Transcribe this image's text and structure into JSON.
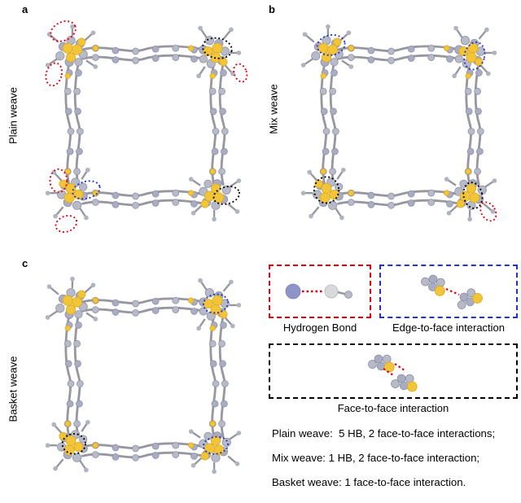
{
  "figure": {
    "panels": [
      {
        "id": "a",
        "label": "a",
        "weave_label": "Plain weave"
      },
      {
        "id": "b",
        "label": "b",
        "weave_label": "Mix weave"
      },
      {
        "id": "c",
        "label": "c",
        "weave_label": "Basket weave"
      }
    ],
    "legend": {
      "hydrogen_bond_label": "Hydrogen Bond",
      "edge_to_face_label": "Edge-to-face interaction",
      "face_to_face_label": "Face-to-face interaction"
    },
    "caption_lines": [
      "Plain weave:  5 HB, 2 face-to-face interactions;",
      "Mix weave: 1 HB, 2 face-to-face interaction;",
      "Basket weave: 1 face-to-face interaction."
    ],
    "colors": {
      "carbon_gray": "#b7bac8",
      "nitrogen_lavender": "#a9adc4",
      "sulfur_yellow": "#f2c437",
      "highlight_red": "#e1000f",
      "highlight_blue": "#2333c8",
      "highlight_black": "#000000"
    }
  }
}
